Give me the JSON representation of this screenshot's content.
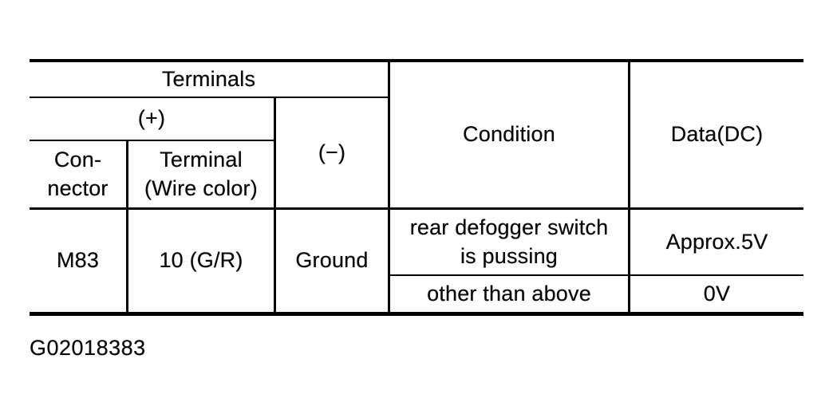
{
  "page": {
    "background_color": "#ffffff",
    "ink_color": "#000000"
  },
  "table": {
    "headers": {
      "terminals": "Terminals",
      "plus": "(+)",
      "minus": "(−)",
      "connector": "Con-\nnector",
      "terminal_wire_color": "Terminal\n(Wire color)",
      "condition": "Condition",
      "data_dc": "Data(DC)"
    },
    "row": {
      "connector": "M83",
      "terminal": "10 (G/R)",
      "minus": "Ground",
      "conditions": [
        {
          "condition": "rear defogger switch\nis pussing",
          "value": "Approx.5V"
        },
        {
          "condition": "other than above",
          "value": "0V"
        }
      ]
    }
  },
  "caption": "G02018383"
}
